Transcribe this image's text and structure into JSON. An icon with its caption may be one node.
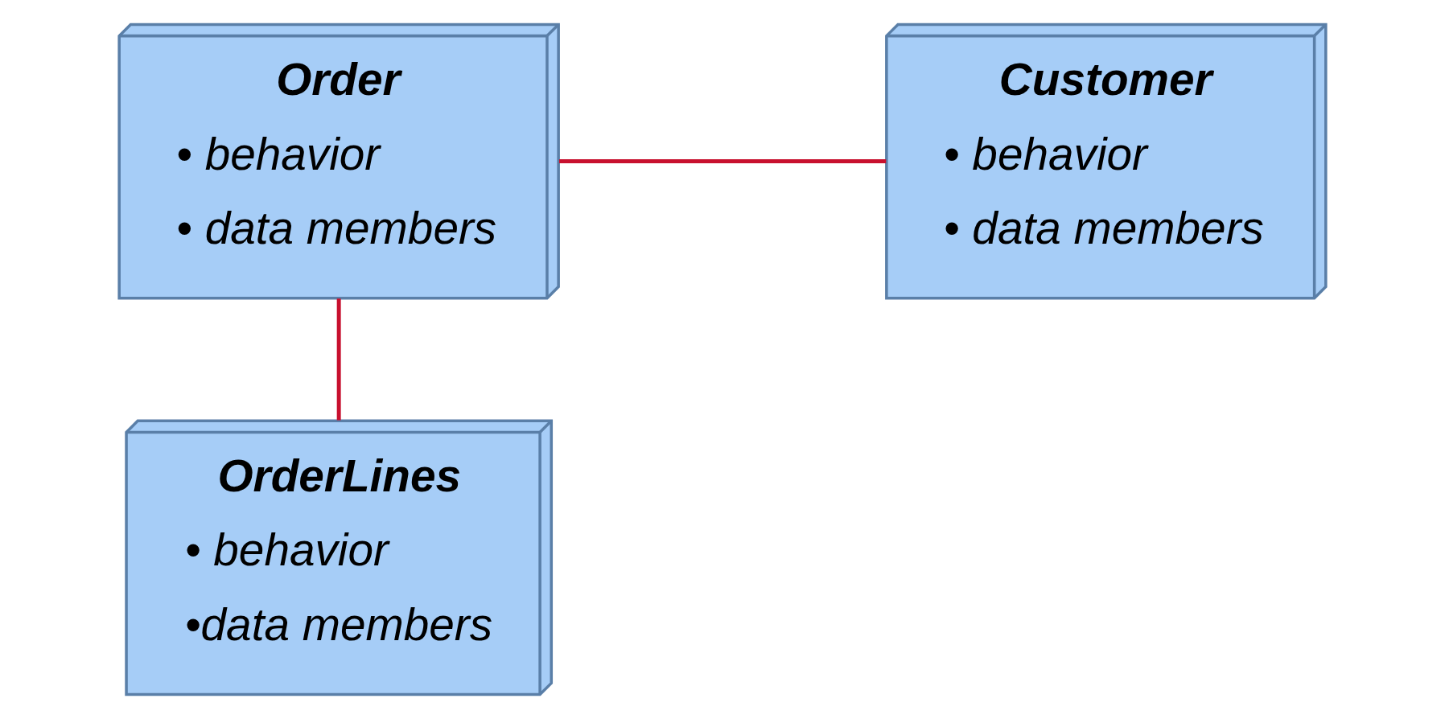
{
  "diagram": {
    "nodes": [
      {
        "text": [
          "Order",
          "• behavior",
          "• data members"
        ]
      },
      {
        "text": [
          "Customer",
          "• behavior",
          "• data members"
        ]
      },
      {
        "text": [
          "OrderLines",
          "• behavior",
          "•data members"
        ]
      }
    ],
    "edges": [
      {
        "from": 0,
        "to": 1,
        "arrow": "none"
      },
      {
        "from": 0,
        "to": 2,
        "arrow": "none"
      }
    ]
  }
}
